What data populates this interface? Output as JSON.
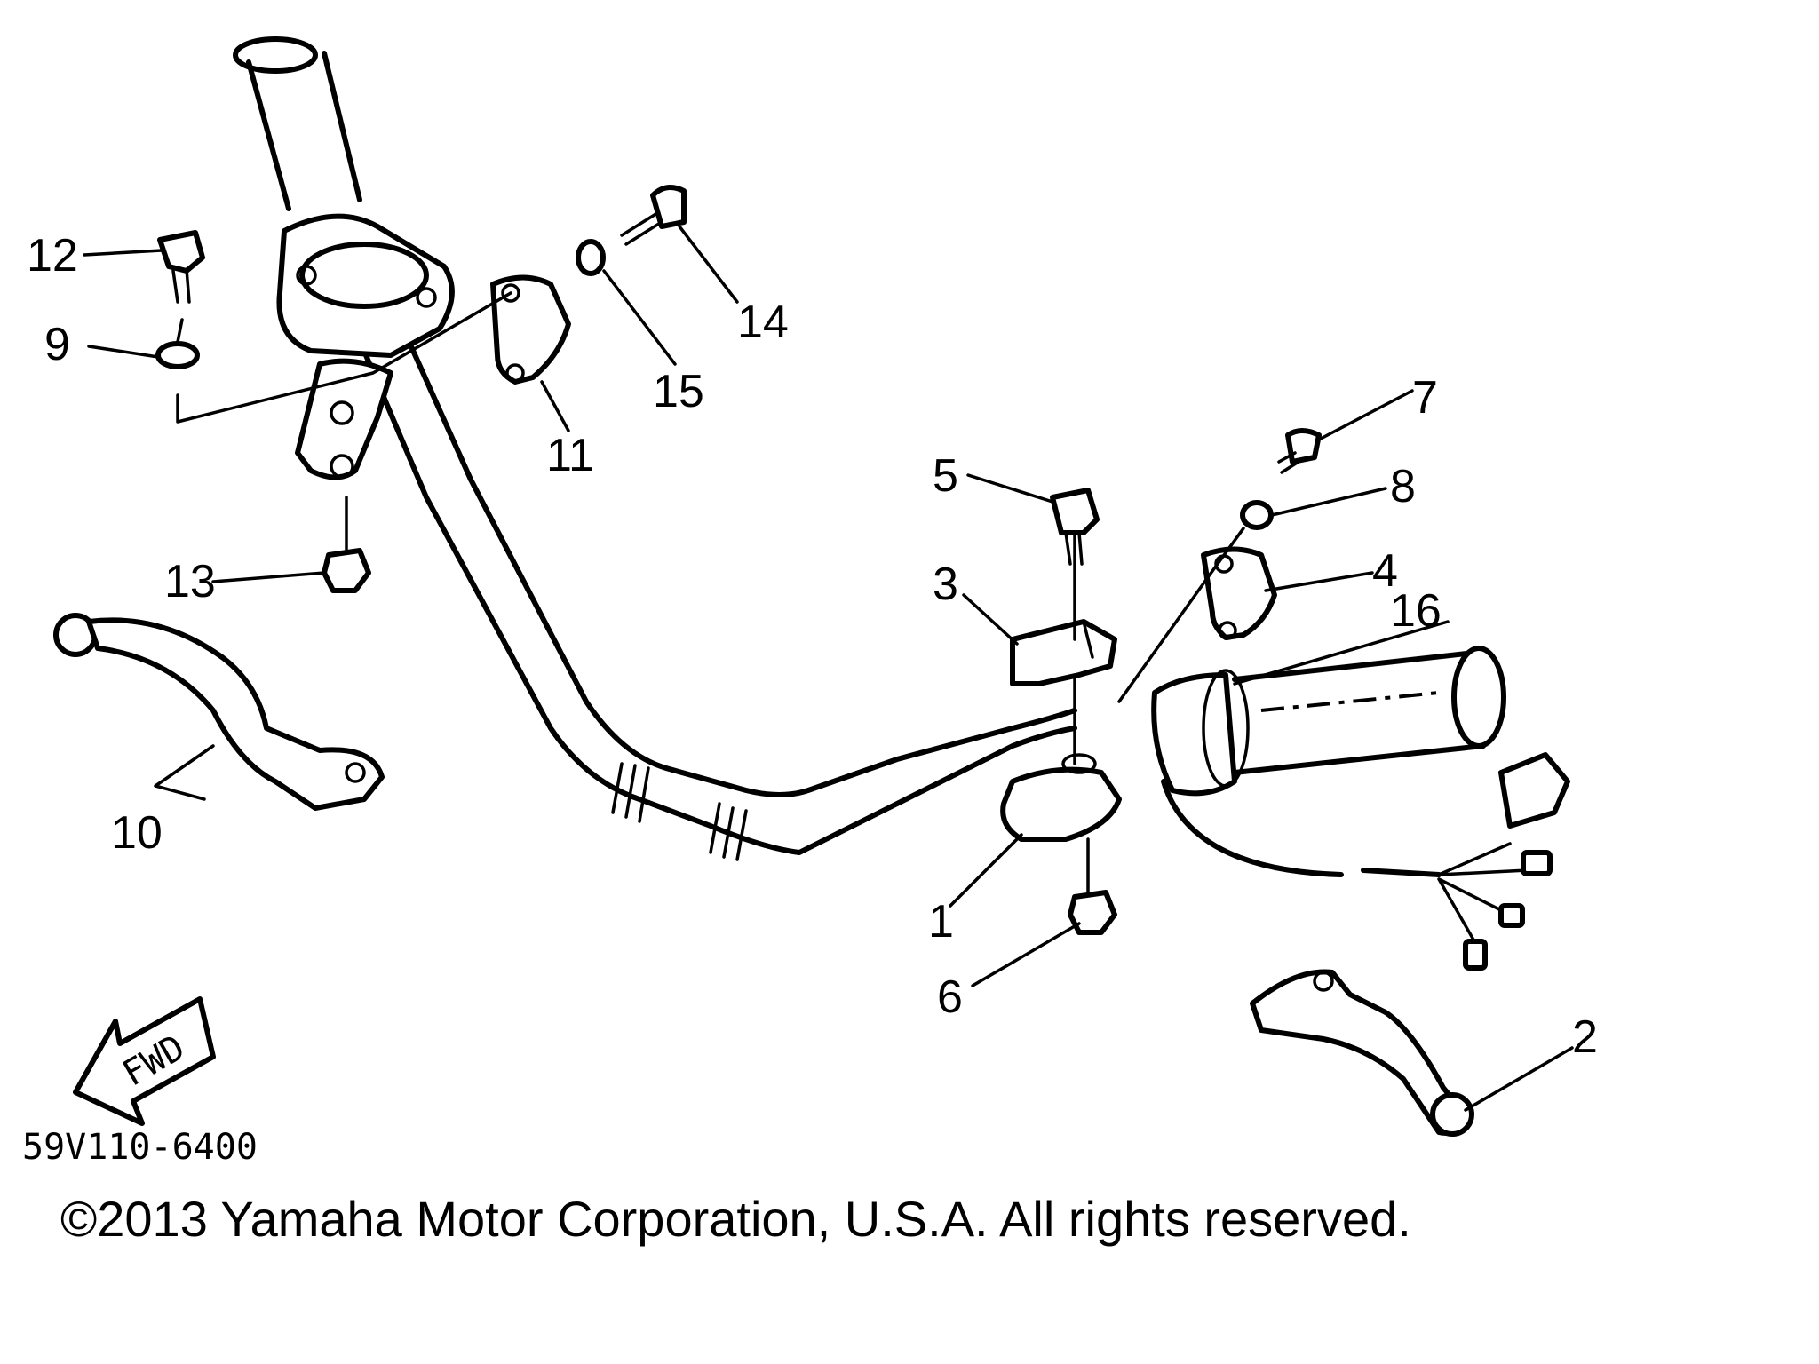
{
  "callouts": [
    {
      "id": "1",
      "text": "1"
    },
    {
      "id": "2",
      "text": "2"
    },
    {
      "id": "3",
      "text": "3"
    },
    {
      "id": "4",
      "text": "4"
    },
    {
      "id": "5",
      "text": "5"
    },
    {
      "id": "6",
      "text": "6"
    },
    {
      "id": "7",
      "text": "7"
    },
    {
      "id": "8",
      "text": "8"
    },
    {
      "id": "9",
      "text": "9"
    },
    {
      "id": "10",
      "text": "10"
    },
    {
      "id": "11",
      "text": "11"
    },
    {
      "id": "12",
      "text": "12"
    },
    {
      "id": "13",
      "text": "13"
    },
    {
      "id": "14",
      "text": "14"
    },
    {
      "id": "15",
      "text": "15"
    },
    {
      "id": "16",
      "text": "16"
    }
  ],
  "fwd_label": "FWD",
  "diagram_code": "59V110-6400",
  "copyright": "©2013 Yamaha Motor Corporation, U.S.A. All rights reserved."
}
